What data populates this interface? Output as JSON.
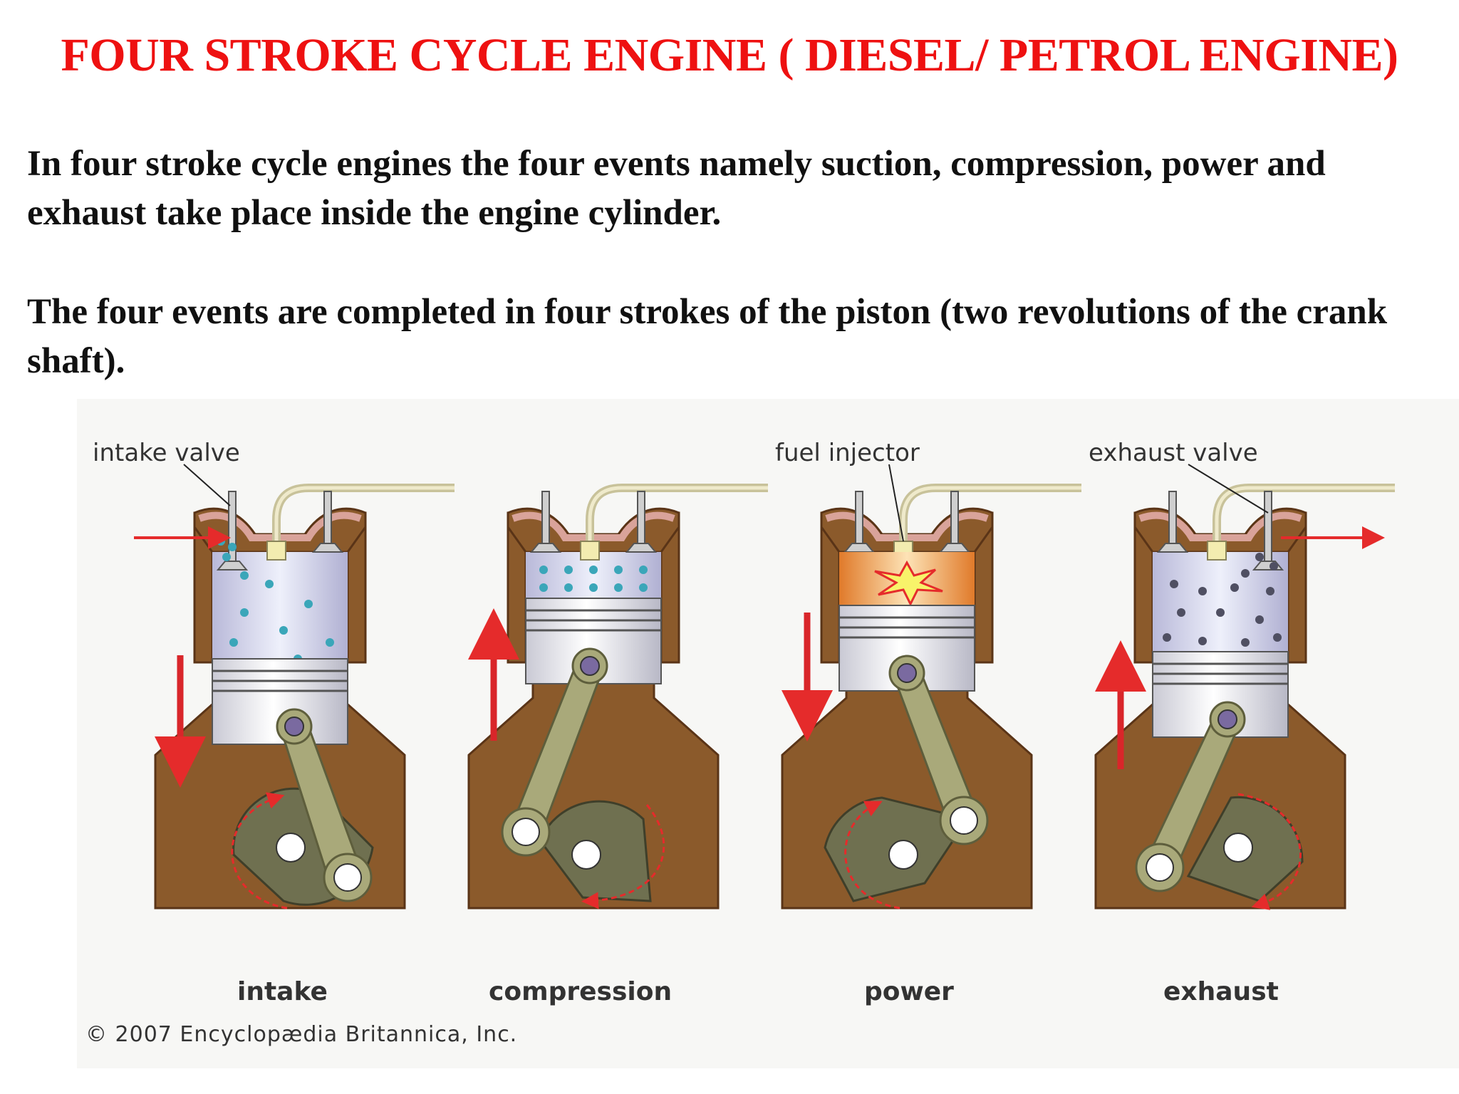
{
  "title": "FOUR STROKE CYCLE ENGINE ( DIESEL/ PETROL ENGINE)",
  "paragraphs": [
    "In four stroke cycle engines the four events namely suction, compression, power and exhaust take place inside the engine cylinder.",
    "The four events are completed in four strokes of the piston (two revolutions of the crank shaft)."
  ],
  "diagram": {
    "labels": {
      "intake_valve": "intake valve",
      "fuel_injector": "fuel injector",
      "exhaust_valve": "exhaust valve"
    },
    "stages": [
      "intake",
      "compression",
      "power",
      "exhaust"
    ],
    "copyright": "© 2007 Encyclopædia Britannica, Inc."
  },
  "colors": {
    "title": "#ee1111",
    "crankcase": "#8b5a2b",
    "rod": "#a9a97a",
    "arrow": "#e52b2b"
  }
}
